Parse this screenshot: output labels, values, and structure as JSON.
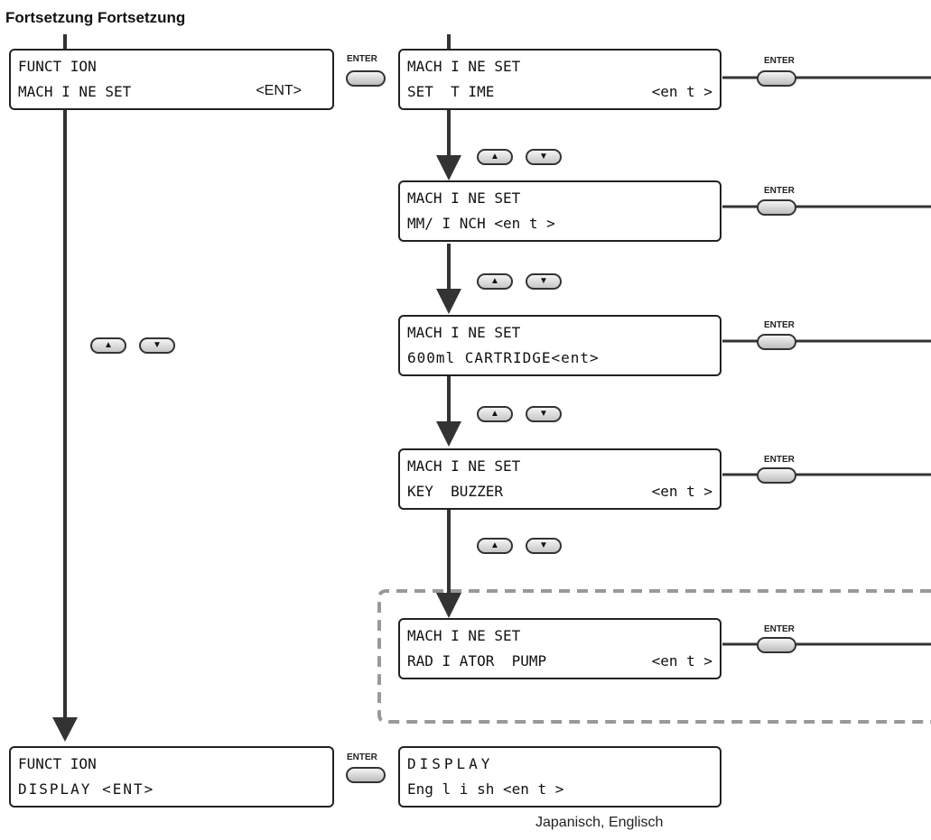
{
  "heading": "Fortsetzung Fortsetzung",
  "enter_label": "ENTER",
  "up_glyph": "▲",
  "down_glyph": "▼",
  "panels": {
    "function_machine_set": {
      "line1": "FUNCT ION",
      "line2_left": "MACH I NE SET",
      "line2_right": "<ENT>"
    },
    "function_display": {
      "line1": "FUNCT ION",
      "line2": "DISPLAY <ENT>"
    },
    "set_time": {
      "line1": "MACH I NE SET",
      "line2_left": "SET  T IME",
      "line2_right": "<en t >"
    },
    "mm_inch": {
      "line1": "MACH I NE SET",
      "line2": "MM/ I NCH <en t >"
    },
    "cartridge": {
      "line1": "MACH I NE SET",
      "line2": "600ml CARTRIDGE<ent>"
    },
    "key_buzzer": {
      "line1": "MACH I NE SET",
      "line2_left": "KEY  BUZZER",
      "line2_right": "<en t >"
    },
    "radiator_pump": {
      "line1": "MACH I NE SET",
      "line2_left": "RAD I ATOR  PUMP",
      "line2_right": "<en t >"
    },
    "display": {
      "line1": "DISPLAY",
      "line2": "Eng l i sh <en t >"
    }
  },
  "caption": "Japanisch, Englisch",
  "colors": {
    "line": "#333333",
    "dashed": "#999999",
    "border": "#222222"
  }
}
